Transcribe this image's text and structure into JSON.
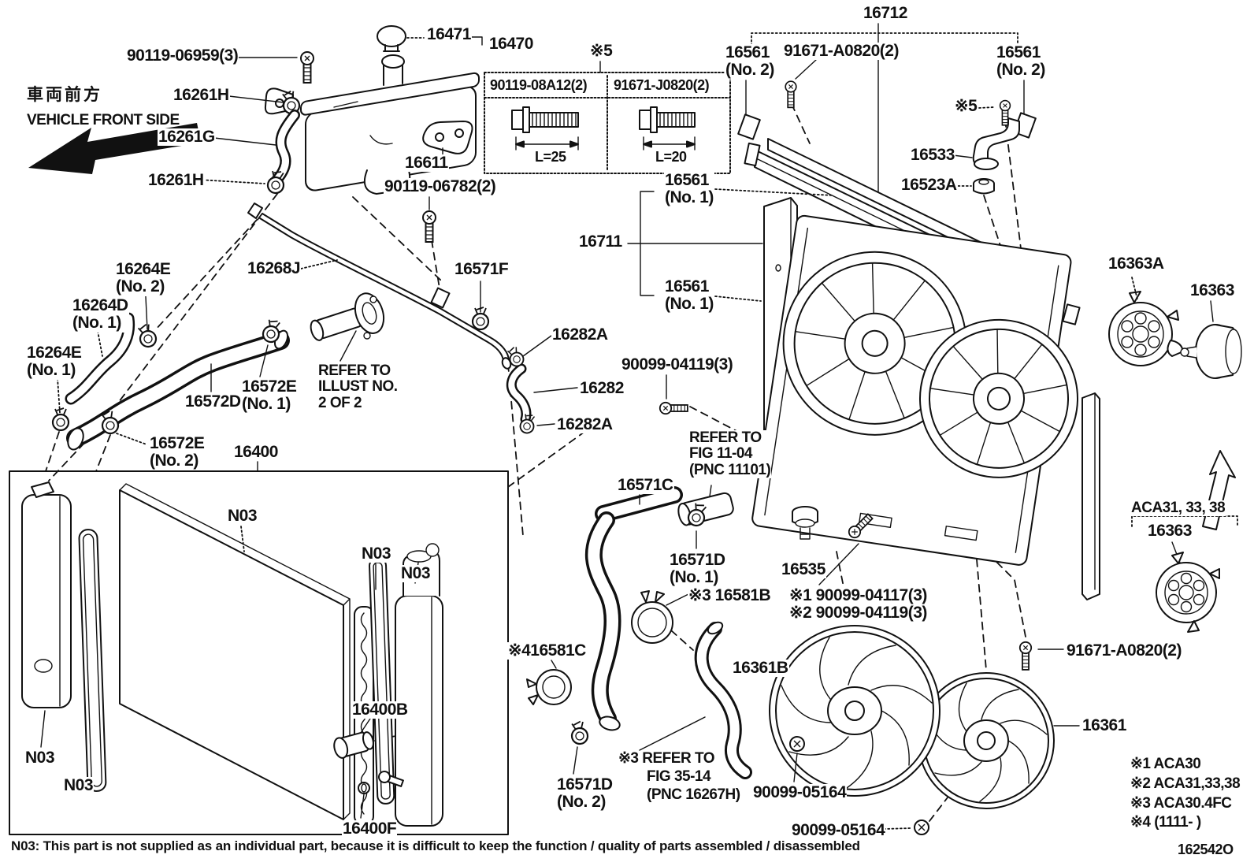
{
  "labels": {
    "vehicle_front_jp": "車両前方",
    "vehicle_front_en": "VEHICLE FRONT SIDE",
    "b90119_06959": "90119-06959(3)",
    "p16471": "16471",
    "p16470": "16470",
    "p16261H_a": "16261H",
    "p16261G": "16261G",
    "p16261H_b": "16261H",
    "p16611": "16611",
    "b90119_06782": "90119-06782(2)",
    "star5_a": "※5",
    "tbl_left_part": "90119-08A12(2)",
    "tbl_right_part": "91671-J0820(2)",
    "tbl_left_len": "L=25",
    "tbl_right_len": "L=20",
    "p16712": "16712",
    "p16561_no2_left": "16561\n(No. 2)",
    "b91671_top": "91671-A0820(2)",
    "p16561_no2_right": "16561\n(No. 2)",
    "star5_b": "※5",
    "p16533": "16533",
    "p16523A": "16523A",
    "p16561_no1_top": "16561\n(No. 1)",
    "p16711": "16711",
    "p16561_no1_bottom": "16561\n(No. 1)",
    "p16363A": "16363A",
    "p16363_upper": "16363",
    "p16264E_no2": "16264E\n(No. 2)",
    "p16264D": "16264D\n(No. 1)",
    "p16268J": "16268J",
    "p16571F": "16571F",
    "p16264E_no1": "16264E\n(No. 1)",
    "refer_illust": "REFER TO\nILLUST NO.\n2 OF 2",
    "p16572E_no1": "16572E\n(No. 1)",
    "p16572D": "16572D",
    "p16282A_a": "16282A",
    "b90099_04119": "90099-04119(3)",
    "p16282": "16282",
    "p16282A_b": "16282A",
    "p16572E_no2": "16572E\n(No. 2)",
    "p16400": "16400",
    "refer_fig11": "REFER TO\nFIG 11-04\n(PNC 11101)",
    "p16571C": "16571C",
    "p16571D_no1": "16571D\n(No. 1)",
    "p16535": "16535",
    "star3_16581B": "※3 16581B",
    "star1_b90099_04117": "※1 90099-04117(3)",
    "star2_b90099_04119": "※2 90099-04119(3)",
    "star4_16581C": "※416581C",
    "p16361B": "16361B",
    "n03_a": "N03",
    "n03_b": "N03",
    "n03_c": "N03",
    "n03_d": "N03",
    "n03_e": "N03",
    "p16400B": "16400B",
    "b91671_bottom": "91671-A0820(2)",
    "p16571D_no2": "16571D\n(No. 2)",
    "star3_refer_1": "※3 REFER TO",
    "star3_refer_2": "FIG 35-14",
    "star3_refer_3": "(PNC 16267H)",
    "b90099_05164_a": "90099-05164",
    "b90099_05164_b": "90099-05164",
    "p16361": "16361",
    "p16400F": "16400F",
    "aca_range": "ACA31, 33, 38",
    "p16363_lower": "16363",
    "note1": "※1 ACA30",
    "note2": "※2 ACA31,33,38",
    "note3": "※3 ACA30.4FC",
    "note4": "※4 (1111-    )",
    "diagram_code": "162542O",
    "footnote": "N03: This part is not supplied as an individual part, because it is difficult to keep the function / quality of parts assembled / disassembled"
  }
}
